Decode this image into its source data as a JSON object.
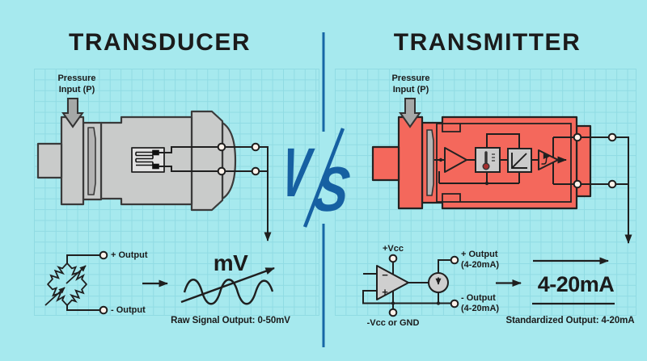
{
  "colors": {
    "background": "#a6e9ee",
    "grid_line": "#90dbe3",
    "accent_blue": "#1660a2",
    "device_gray": "#c9cbca",
    "device_red": "#f4685c",
    "terminal_fill": "#fdf2ea",
    "ink": "#1f1f1f"
  },
  "left": {
    "title": "TRANSDUCER",
    "pressure_label": "Pressure Input (P)",
    "plus_output": "+ Output",
    "minus_output": "- Output",
    "unit": "mV",
    "caption": "Raw Signal Output: 0-50mV"
  },
  "center": {
    "versus_v": "V",
    "versus_s": "S"
  },
  "right": {
    "title": "TRANSMITTER",
    "pressure_label": "Pressure Input (P)",
    "vcc_plus": "+Vcc",
    "vcc_minus": "-Vcc or GND",
    "opamp_minus": "−",
    "opamp_plus": "+",
    "plus_output": "+ Output",
    "plus_output_range": "(4-20mA)",
    "minus_output": "- Output",
    "minus_output_range": "(4-20mA)",
    "value": "4-20mA",
    "caption": "Standardized Output: 4-20mA"
  }
}
